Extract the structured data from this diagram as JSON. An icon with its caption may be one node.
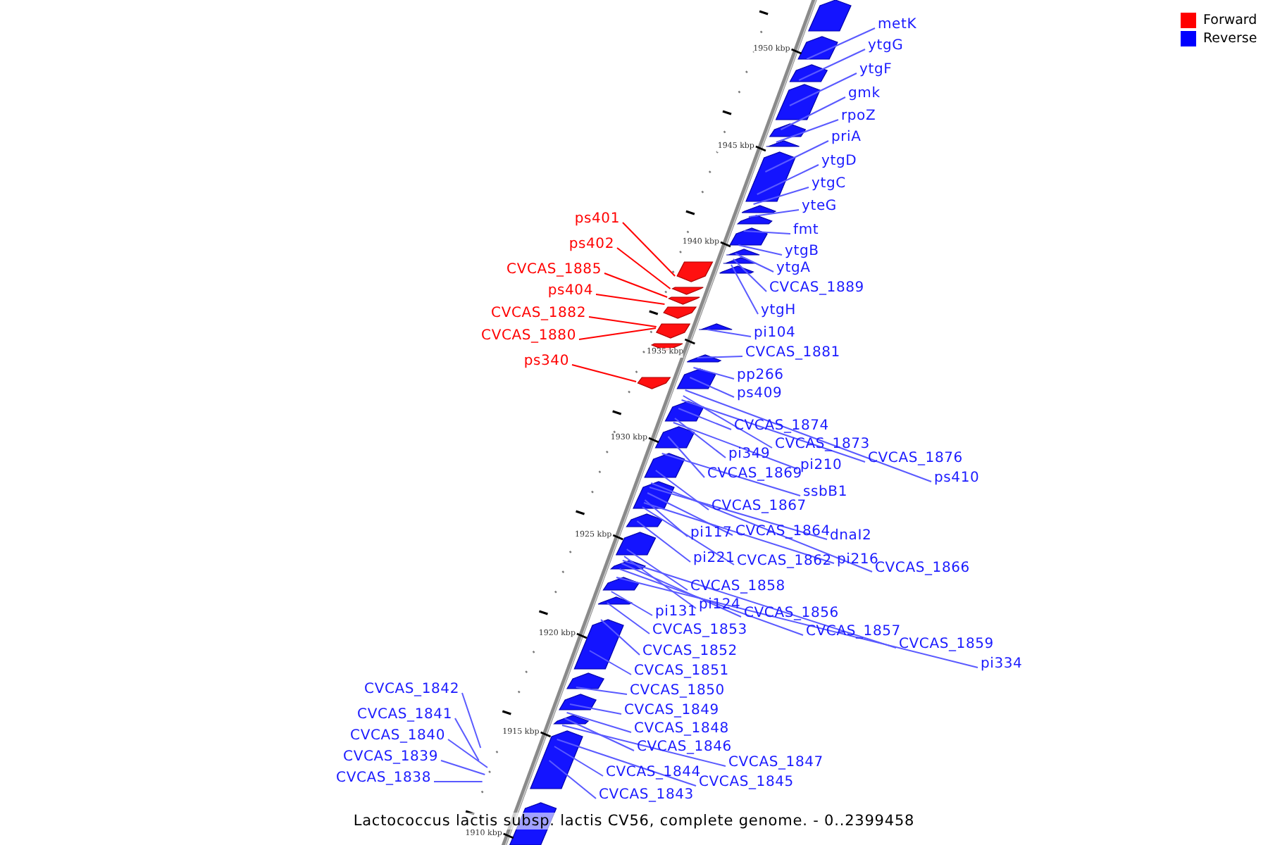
{
  "diagram": {
    "caption": "Lactococcus lactis subsp. lactis CV56, complete genome. - 0..2399458",
    "nodes": [
      {
        "text": [
          "metK"
        ]
      },
      {
        "text": [
          "ytgG"
        ]
      },
      {
        "text": [
          "ytgF"
        ]
      },
      {
        "text": [
          "gmk"
        ]
      },
      {
        "text": [
          "rpoZ"
        ]
      },
      {
        "text": [
          "priA"
        ]
      },
      {
        "text": [
          "ytgD"
        ]
      },
      {
        "text": [
          "ytgC"
        ]
      },
      {
        "text": [
          "yteG"
        ]
      },
      {
        "text": [
          "ps401"
        ]
      },
      {
        "text": [
          "fmt"
        ]
      },
      {
        "text": [
          "ps402"
        ]
      },
      {
        "text": [
          "ytgB"
        ]
      },
      {
        "text": [
          "CVCAS_1885"
        ]
      },
      {
        "text": [
          "ytgA"
        ]
      },
      {
        "text": [
          "ps404"
        ]
      },
      {
        "text": [
          "CVCAS_1889"
        ]
      },
      {
        "text": [
          "ytgH"
        ]
      },
      {
        "text": [
          "CVCAS_1882"
        ]
      },
      {
        "text": [
          "pi104"
        ]
      },
      {
        "text": [
          "CVCAS_1880"
        ]
      },
      {
        "text": [
          "CVCAS_1881"
        ]
      },
      {
        "text": [
          "ps340"
        ]
      },
      {
        "text": [
          "pp266"
        ]
      },
      {
        "text": [
          "ps409"
        ]
      },
      {
        "text": [
          "CVCAS_1874"
        ]
      },
      {
        "text": [
          "CVCAS_1873"
        ]
      },
      {
        "text": [
          "pi349"
        ]
      },
      {
        "text": [
          "CVCAS_1876"
        ]
      },
      {
        "text": [
          "pi210"
        ]
      },
      {
        "text": [
          "CVCAS_1869"
        ]
      },
      {
        "text": [
          "ps410"
        ]
      },
      {
        "text": [
          "ssbB1"
        ]
      },
      {
        "text": [
          "CVCAS_1867"
        ]
      },
      {
        "text": [
          "pi117"
        ]
      },
      {
        "text": [
          "CVCAS_1864"
        ]
      },
      {
        "text": [
          "dnaI2"
        ]
      },
      {
        "text": [
          "pi221"
        ]
      },
      {
        "text": [
          "CVCAS_1862"
        ]
      },
      {
        "text": [
          "pi216"
        ]
      },
      {
        "text": [
          "CVCAS_1866"
        ]
      },
      {
        "text": [
          "CVCAS_1858"
        ]
      },
      {
        "text": [
          "pi124"
        ]
      },
      {
        "text": [
          "pi131"
        ]
      },
      {
        "text": [
          "CVCAS_1856"
        ]
      },
      {
        "text": [
          "CVCAS_1853"
        ]
      },
      {
        "text": [
          "CVCAS_1857"
        ]
      },
      {
        "text": [
          "CVCAS_1859"
        ]
      },
      {
        "text": [
          "CVCAS_1852"
        ]
      },
      {
        "text": [
          "pi334"
        ]
      },
      {
        "text": [
          "CVCAS_1851"
        ]
      },
      {
        "text": [
          "CVCAS_1842"
        ]
      },
      {
        "text": [
          "CVCAS_1850"
        ]
      },
      {
        "text": [
          "CVCAS_1849"
        ]
      },
      {
        "text": [
          "CVCAS_1841"
        ]
      },
      {
        "text": [
          "CVCAS_1848"
        ]
      },
      {
        "text": [
          "CVCAS_1840"
        ]
      },
      {
        "text": [
          "CVCAS_1846"
        ]
      },
      {
        "text": [
          "CVCAS_1839"
        ]
      },
      {
        "text": [
          "CVCAS_1847"
        ]
      },
      {
        "text": [
          "CVCAS_1844"
        ]
      },
      {
        "text": [
          "CVCAS_1838"
        ]
      },
      {
        "text": [
          "CVCAS_1845"
        ]
      },
      {
        "text": [
          "CVCAS_1843"
        ]
      }
    ],
    "edges": [
      {
        "from": 0,
        "to": null,
        "arrow": "none"
      },
      {
        "from": 1,
        "to": null,
        "arrow": "none"
      },
      {
        "from": 2,
        "to": null,
        "arrow": "none"
      },
      {
        "from": 3,
        "to": null,
        "arrow": "none"
      },
      {
        "from": 4,
        "to": null,
        "arrow": "none"
      },
      {
        "from": 5,
        "to": null,
        "arrow": "none"
      },
      {
        "from": 6,
        "to": null,
        "arrow": "none"
      },
      {
        "from": 7,
        "to": null,
        "arrow": "none"
      },
      {
        "from": 8,
        "to": null,
        "arrow": "none"
      },
      {
        "from": 9,
        "to": null,
        "arrow": "none",
        "color": "#ff0000"
      },
      {
        "from": 10,
        "to": null,
        "arrow": "none"
      },
      {
        "from": 11,
        "to": null,
        "arrow": "none",
        "color": "#ff0000"
      },
      {
        "from": 12,
        "to": null,
        "arrow": "none"
      },
      {
        "from": 13,
        "to": null,
        "arrow": "none",
        "color": "#ff0000"
      },
      {
        "from": 14,
        "to": null,
        "arrow": "none"
      },
      {
        "from": 15,
        "to": null,
        "arrow": "none",
        "color": "#ff0000"
      },
      {
        "from": 16,
        "to": null,
        "arrow": "none"
      },
      {
        "from": 17,
        "to": null,
        "arrow": "none"
      },
      {
        "from": 18,
        "to": null,
        "arrow": "none",
        "color": "#ff0000"
      },
      {
        "from": 19,
        "to": null,
        "arrow": "none"
      },
      {
        "from": 20,
        "to": null,
        "arrow": "none",
        "color": "#ff0000"
      },
      {
        "from": 21,
        "to": null,
        "arrow": "none"
      },
      {
        "from": 22,
        "to": null,
        "arrow": "none",
        "color": "#ff0000"
      },
      {
        "from": 23,
        "to": null,
        "arrow": "none"
      },
      {
        "from": 24,
        "to": null,
        "arrow": "none"
      },
      {
        "from": 25,
        "to": null,
        "arrow": "none"
      },
      {
        "from": 26,
        "to": null,
        "arrow": "none"
      },
      {
        "from": 27,
        "to": null,
        "arrow": "none"
      },
      {
        "from": 28,
        "to": null,
        "arrow": "none"
      },
      {
        "from": 29,
        "to": null,
        "arrow": "none"
      },
      {
        "from": 30,
        "to": null,
        "arrow": "none"
      },
      {
        "from": 31,
        "to": null,
        "arrow": "none"
      },
      {
        "from": 32,
        "to": null,
        "arrow": "none"
      },
      {
        "from": 33,
        "to": null,
        "arrow": "none"
      },
      {
        "from": 34,
        "to": null,
        "arrow": "none"
      },
      {
        "from": 35,
        "to": null,
        "arrow": "none"
      },
      {
        "from": 36,
        "to": null,
        "arrow": "none"
      },
      {
        "from": 37,
        "to": null,
        "arrow": "none"
      },
      {
        "from": 38,
        "to": null,
        "arrow": "none"
      },
      {
        "from": 39,
        "to": null,
        "arrow": "none"
      },
      {
        "from": 40,
        "to": null,
        "arrow": "none"
      },
      {
        "from": 41,
        "to": null,
        "arrow": "none"
      },
      {
        "from": 42,
        "to": null,
        "arrow": "none"
      },
      {
        "from": 43,
        "to": null,
        "arrow": "none"
      },
      {
        "from": 44,
        "to": null,
        "arrow": "none"
      },
      {
        "from": 45,
        "to": null,
        "arrow": "none"
      },
      {
        "from": 46,
        "to": null,
        "arrow": "none"
      },
      {
        "from": 47,
        "to": null,
        "arrow": "none"
      },
      {
        "from": 48,
        "to": null,
        "arrow": "none"
      },
      {
        "from": 49,
        "to": null,
        "arrow": "none"
      },
      {
        "from": 50,
        "to": null,
        "arrow": "none"
      },
      {
        "from": 51,
        "to": null,
        "arrow": "none"
      },
      {
        "from": 52,
        "to": null,
        "arrow": "none"
      },
      {
        "from": 53,
        "to": null,
        "arrow": "none"
      },
      {
        "from": 54,
        "to": null,
        "arrow": "none"
      },
      {
        "from": 55,
        "to": null,
        "arrow": "none"
      },
      {
        "from": 56,
        "to": null,
        "arrow": "none"
      },
      {
        "from": 57,
        "to": null,
        "arrow": "none"
      },
      {
        "from": 58,
        "to": null,
        "arrow": "none"
      },
      {
        "from": 59,
        "to": null,
        "arrow": "none"
      },
      {
        "from": 60,
        "to": null,
        "arrow": "none"
      },
      {
        "from": 61,
        "to": null,
        "arrow": "none"
      },
      {
        "from": 62,
        "to": null,
        "arrow": "none"
      },
      {
        "from": 63,
        "to": null,
        "arrow": "none"
      }
    ],
    "labels": [
      "1950 kbp",
      "1945 kbp",
      "1940 kbp",
      "1935 kbp",
      "1930 kbp",
      "1925 kbp",
      "1920 kbp",
      "1915 kbp",
      "1910 kbp"
    ],
    "legend": [
      {
        "text": "Forward",
        "color": "#ff0000"
      },
      {
        "text": "Reverse",
        "color": "#0000ff"
      }
    ]
  }
}
